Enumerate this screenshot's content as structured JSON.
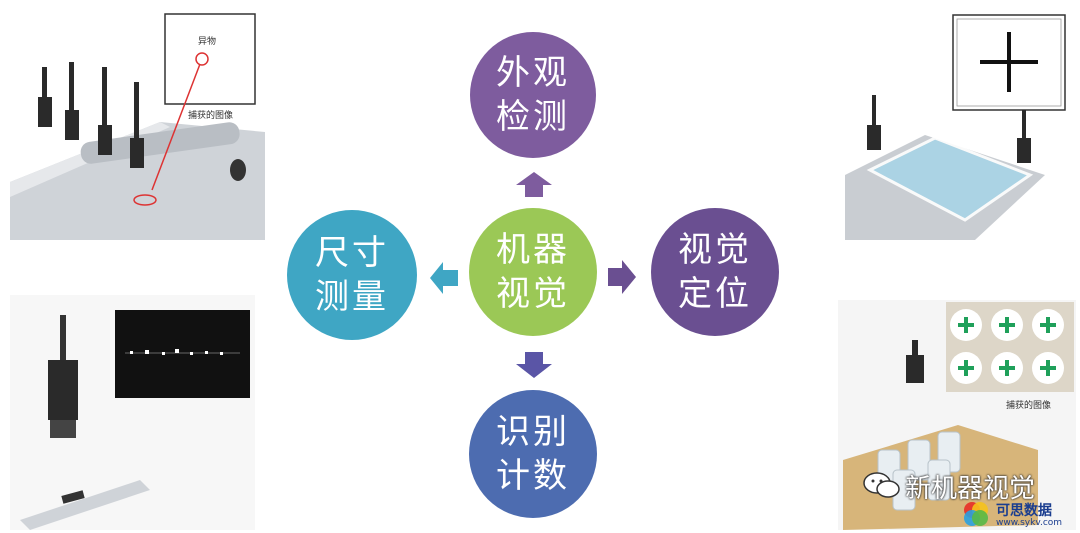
{
  "center": {
    "line1": "机器",
    "line2": "视觉",
    "color": "#9bc856"
  },
  "top": {
    "line1": "外观",
    "line2": "检测",
    "color": "#7e5c9e"
  },
  "right": {
    "line1": "视觉",
    "line2": "定位",
    "color": "#6a4f91"
  },
  "left": {
    "line1": "尺寸",
    "line2": "测量",
    "color": "#3fa6c4"
  },
  "bottom": {
    "line1": "识别",
    "line2": "计数",
    "color": "#4d6cb0"
  },
  "arrow_color": "#7e5c9e",
  "panels": {
    "top_left": {
      "label_foreign": "异物",
      "label_captured": "捕获的图像"
    },
    "bottom_right": {
      "label_captured": "捕获的图像"
    }
  },
  "watermark": {
    "text": "新机器视觉",
    "sub": "可思数据",
    "url": "www.sykv.com"
  }
}
